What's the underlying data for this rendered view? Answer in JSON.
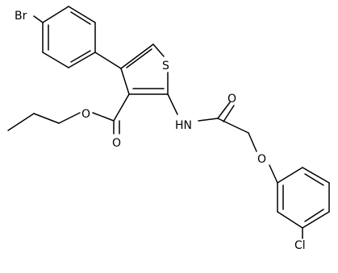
{
  "molecule": {
    "atoms": {
      "bromine": "Br",
      "sulfur": "S",
      "amide_nh": "HN",
      "amide_oxygen": "O",
      "ester_carbonyl_oxygen": "O",
      "ester_alkoxy_oxygen": "O",
      "ether_oxygen": "O",
      "chlorine": "Cl"
    }
  }
}
